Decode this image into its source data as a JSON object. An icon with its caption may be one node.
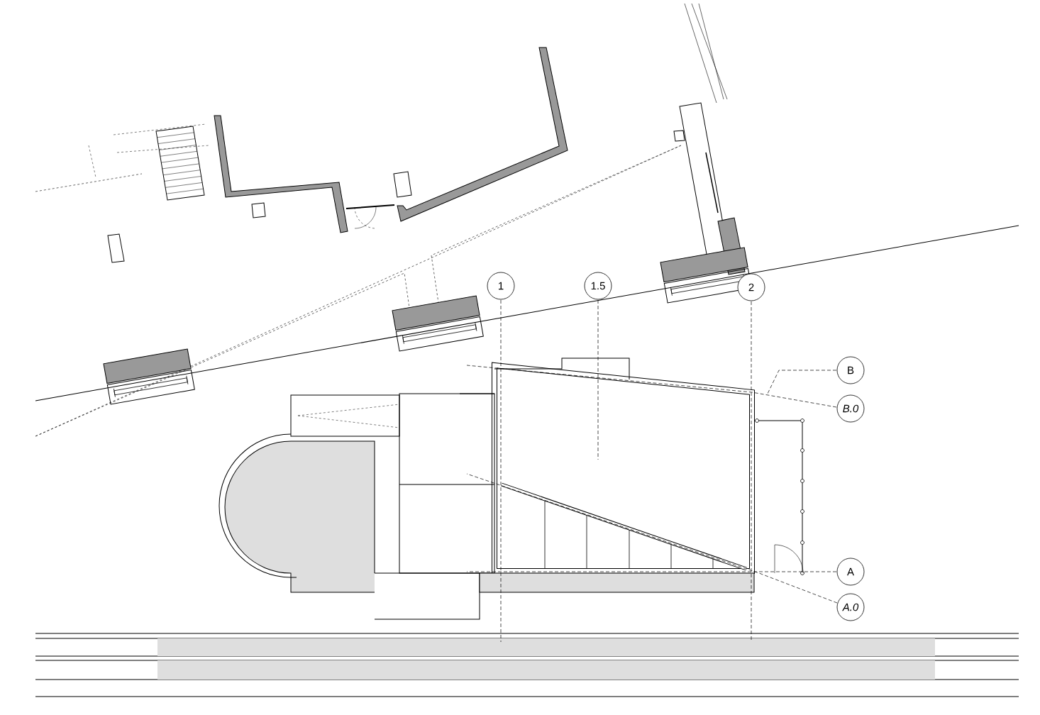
{
  "diagram": {
    "nodes": [
      {
        "text": [
          "1"
        ]
      },
      {
        "text": [
          "1.5"
        ]
      },
      {
        "text": [
          "2"
        ]
      },
      {
        "text": [
          "B"
        ]
      },
      {
        "text": [
          "B.0"
        ]
      },
      {
        "text": [
          "A"
        ]
      },
      {
        "text": [
          "A.0"
        ]
      }
    ]
  }
}
